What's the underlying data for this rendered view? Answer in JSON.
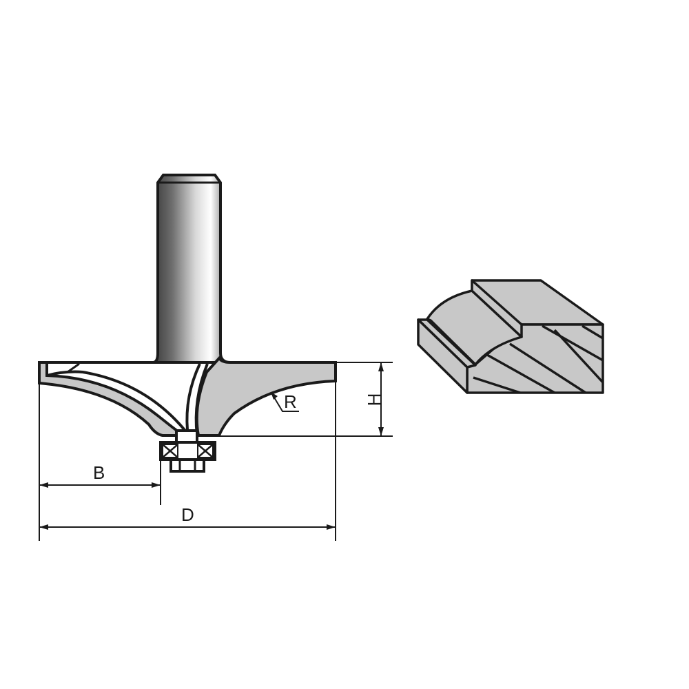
{
  "diagram": {
    "title": "Router bit profile diagram",
    "colors": {
      "outline": "#1a1a1a",
      "fill_grey": "#c8c8c8",
      "background": "#ffffff"
    },
    "labels": {
      "B": "B",
      "D": "D",
      "H": "H",
      "R": "R"
    },
    "parts": [
      "shank",
      "cutter-body",
      "cutting-wing",
      "bearing",
      "profile-sample"
    ]
  }
}
